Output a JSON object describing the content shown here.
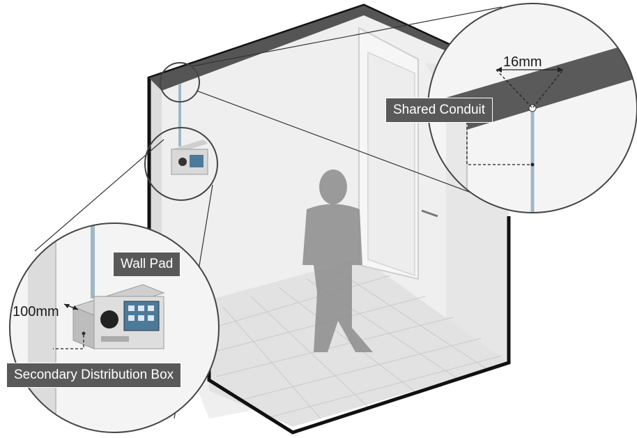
{
  "labels": {
    "shared_conduit": "Shared Conduit",
    "wall_pad": "Wall Pad",
    "secondary_distribution_box": "Secondary Distribution Box"
  },
  "dimensions": {
    "conduit_spacing": "16mm",
    "box_offset": "100mm"
  },
  "colors": {
    "wall_outline": "#111111",
    "ceiling_band": "#555555",
    "label_bg": "#595959",
    "conduit": "#9fb7c7",
    "silhouette": "#8c8c8c"
  }
}
